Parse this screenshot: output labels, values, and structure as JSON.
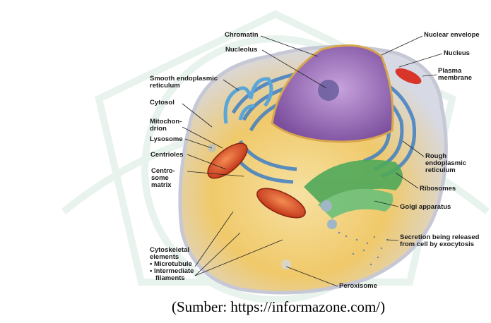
{
  "labels": {
    "chromatin": "Chromatin",
    "nucleolus": "Nucleolus",
    "nuclear_envelope": "Nuclear envelope",
    "nucleus": "Nucleus",
    "plasma_membrane": [
      "Plasma",
      "membrane"
    ],
    "smooth_er": [
      "Smooth endoplasmic",
      "reticulum"
    ],
    "cytosol": "Cytosol",
    "mitochondrion": [
      "Mitochon-",
      "drion"
    ],
    "lysosome": "Lysosome",
    "centrioles": "Centrioles",
    "centrosome_matrix": [
      "Centro-",
      "some",
      "matrix"
    ],
    "rough_er": [
      "Rough",
      "endoplasmic",
      "reticulum"
    ],
    "ribosomes": "Ribosomes",
    "golgi": "Golgi apparatus",
    "secretion": [
      "Secretion being released",
      "from cell by exocytosis"
    ],
    "cytoskeletal": [
      "Cytoskeletal",
      "elements",
      "• Microtubule",
      "• Intermediate",
      "  filaments"
    ],
    "peroxisome": "Peroxisome"
  },
  "credit": "(Sumber: https://informazone.com/)",
  "colors": {
    "cytoplasm": "#f3d27a",
    "nucleus": "#9b6fb8",
    "er": "#4f8fd0",
    "golgi": "#4fa85a",
    "mitochondria": "#e0502a"
  }
}
